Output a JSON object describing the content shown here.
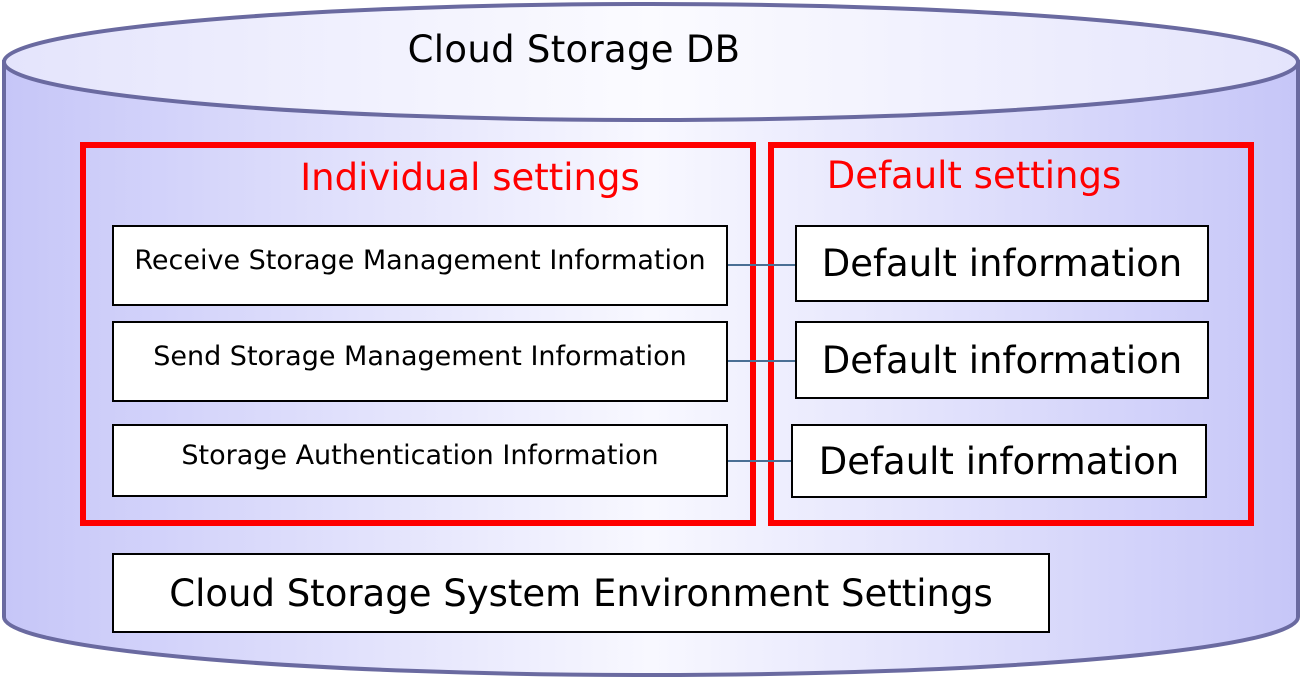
{
  "diagram": {
    "title": "Cloud Storage DB",
    "individual_settings": {
      "title": "Individual settings",
      "items": [
        {
          "label": "Receive Storage Management Information"
        },
        {
          "label": "Send Storage Management Information"
        },
        {
          "label": "Storage Authentication Information"
        }
      ]
    },
    "default_settings": {
      "title": "Default settings",
      "items": [
        {
          "label": "Default information"
        },
        {
          "label": "Default information"
        },
        {
          "label": "Default information"
        }
      ]
    },
    "environment_settings": {
      "label": "Cloud Storage System Environment Settings"
    }
  },
  "colors": {
    "cylinder_edge": "#6a6aa0",
    "cylinder_fill_light": "#f6f6ff",
    "cylinder_fill_dark": "#c8c8fa",
    "highlight": "#ff0000",
    "connector": "#4a6f95"
  }
}
